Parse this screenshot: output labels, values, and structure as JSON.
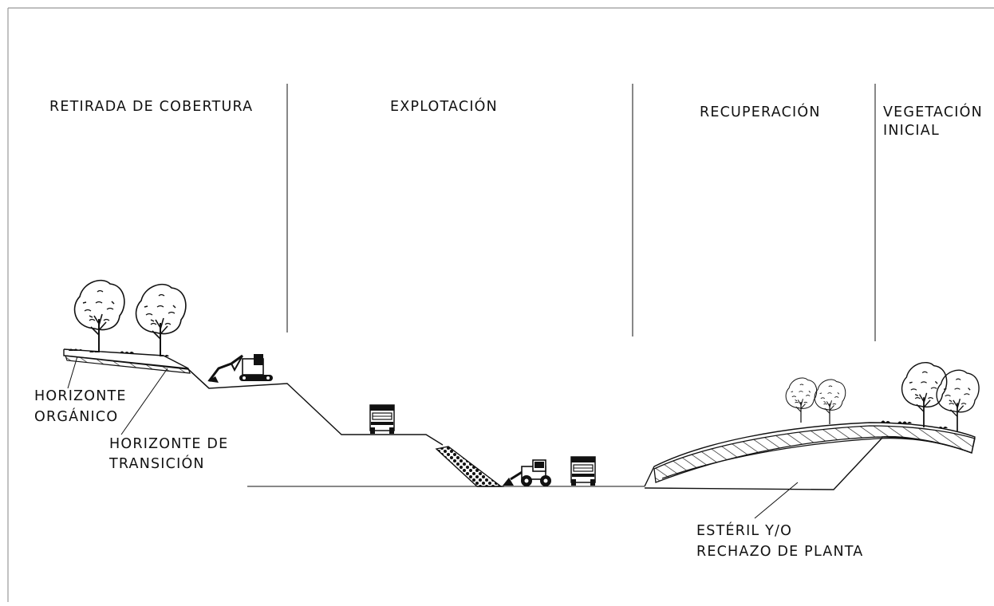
{
  "sections": {
    "cover_removal": "RETIRADA DE COBERTURA",
    "exploitation": "EXPLOTACIÓN",
    "recovery": "RECUPERACIÓN",
    "initial_vegetation_1": "VEGETACIÓN",
    "initial_vegetation_2": "INICIAL"
  },
  "labels": {
    "organic_1": "HORIZONTE",
    "organic_2": "ORGÁNICO",
    "transition_1": "HORIZONTE DE",
    "transition_2": "TRANSICIÓN",
    "waste_1": "ESTÉRIL Y/O",
    "waste_2": "RECHAZO DE PLANTA"
  },
  "colors": {
    "line": "#111111",
    "background": "#ffffff",
    "frame": "#999999"
  }
}
